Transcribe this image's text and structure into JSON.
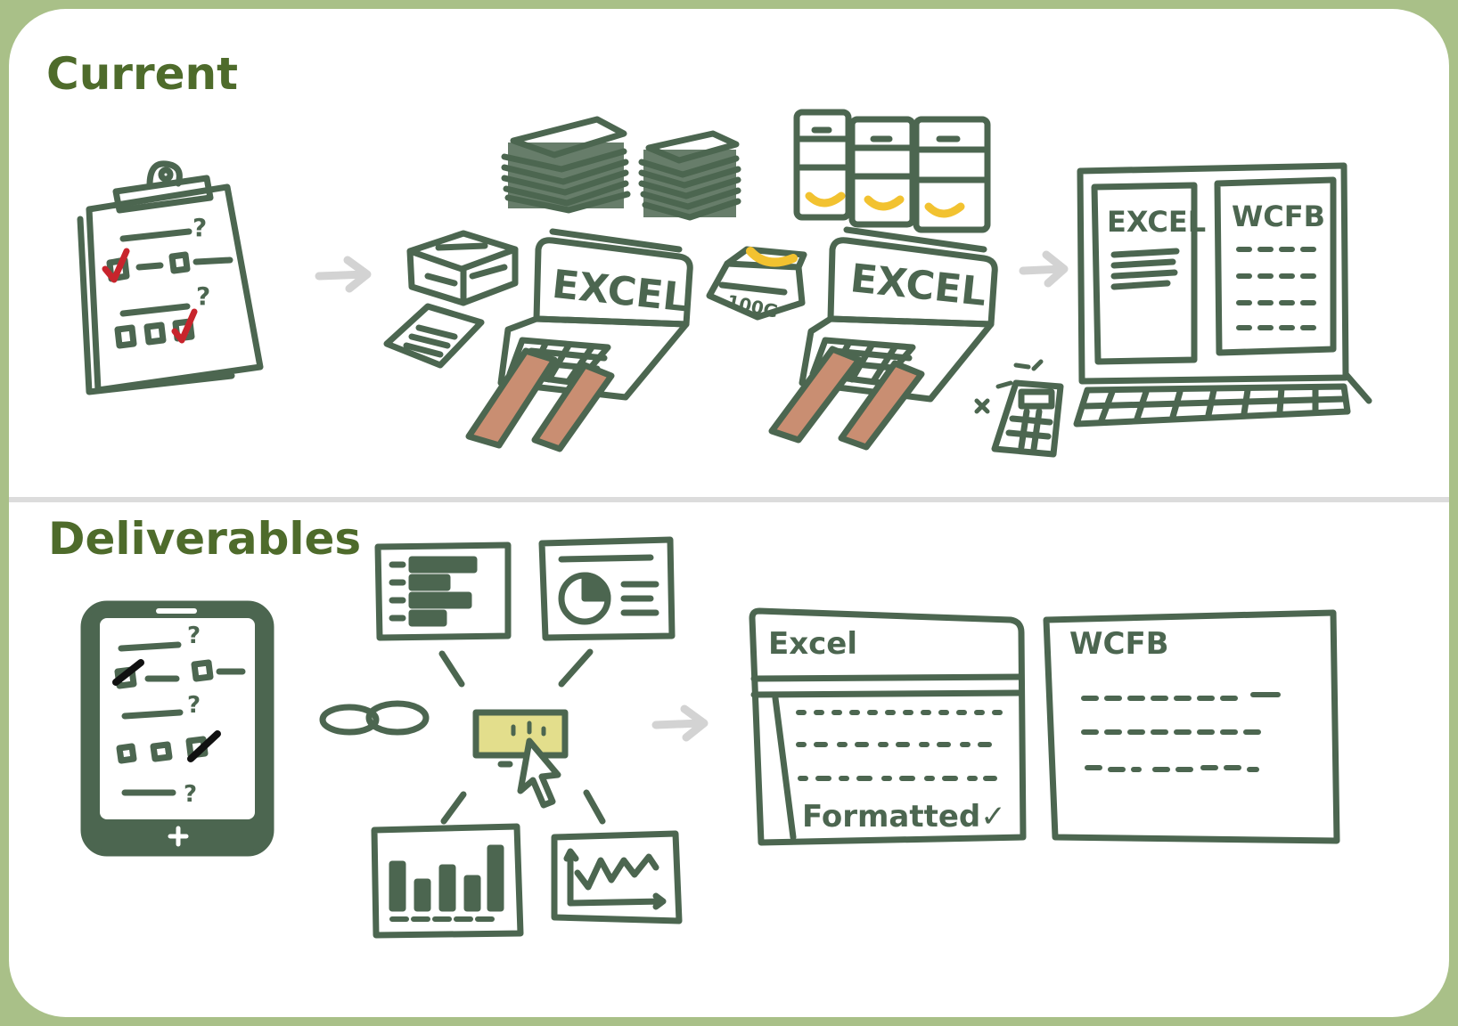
{
  "colors": {
    "frame": "#a9c088",
    "ink": "#4c6650",
    "title": "#4e6b2b",
    "skin": "#c98e72",
    "banana": "#f2c230",
    "check_red": "#c8242c",
    "button_yellow": "#e3de8c",
    "arrow_grey": "#d3d3d3"
  },
  "sections": {
    "current": {
      "title": "Current"
    },
    "deliverables": {
      "title": "Deliverables"
    }
  },
  "labels": {
    "laptop1": "EXCEL",
    "laptop2": "EXCEL",
    "scale": "100G",
    "monitor_left": "EXCEL",
    "monitor_right": "WCFB",
    "panel_excel": "Excel",
    "panel_wcfb": "WCFB",
    "formatted": "Formatted✓",
    "question_mark": "?"
  },
  "icons": [
    "clipboard-checklist-icon",
    "arrow-right-icon",
    "paper-stack-icon",
    "file-box-icon",
    "banana-icon",
    "document-icon",
    "laptop-icon",
    "typing-hands-icon",
    "scale-icon",
    "calculator-icon",
    "desktop-monitor-icon",
    "tablet-checklist-icon",
    "report-icon",
    "pie-chart-icon",
    "link-icon",
    "button-cursor-icon",
    "bar-chart-icon",
    "line-chart-icon"
  ]
}
